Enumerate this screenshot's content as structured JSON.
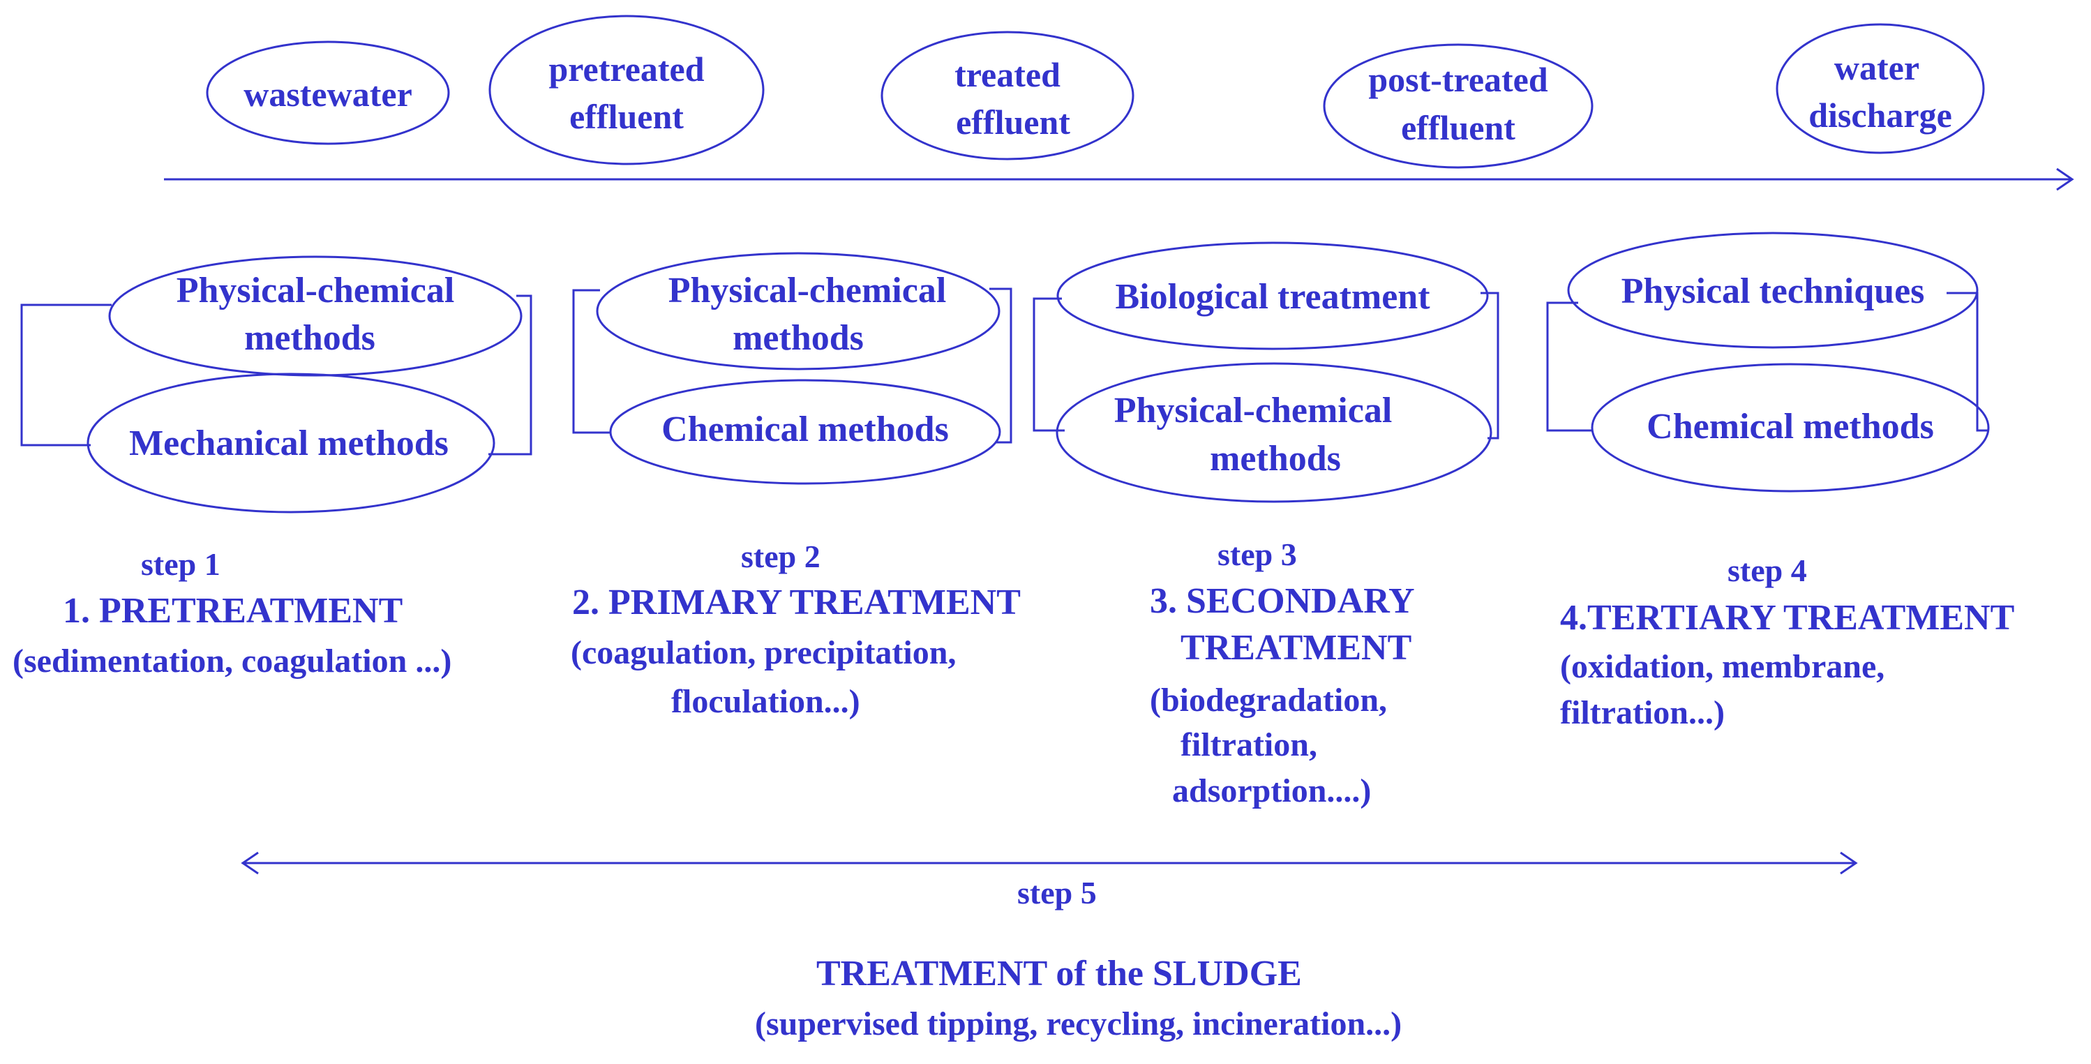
{
  "colors": {
    "ink": "#3333cc"
  },
  "flow": {
    "wastewater": "wastewater",
    "pretreated_1": "pretreated",
    "pretreated_2": "effluent",
    "treated_1": "treated",
    "treated_2": "effluent",
    "posttreated_1": "post-treated",
    "posttreated_2": "effluent",
    "discharge_1": "water",
    "discharge_2": "discharge"
  },
  "groups": {
    "g1": {
      "top_1": "Physical-chemical",
      "top_2": "methods",
      "bottom": "Mechanical methods"
    },
    "g2": {
      "top_1": "Physical-chemical",
      "top_2": "methods",
      "bottom": "Chemical methods"
    },
    "g3": {
      "top": "Biological treatment",
      "bottom_1": "Physical-chemical",
      "bottom_2": "methods"
    },
    "g4": {
      "top": "Physical techniques",
      "bottom": "Chemical methods"
    }
  },
  "steps": {
    "s1": {
      "step": "step 1",
      "title": "1. PRETREATMENT",
      "desc": "(sedimentation, coagulation ...)"
    },
    "s2": {
      "step": "step 2",
      "title": "2. PRIMARY TREATMENT",
      "desc_1": "(coagulation,  precipitation,",
      "desc_2": "floculation...)"
    },
    "s3": {
      "step": "step 3",
      "title_1": "3. SECONDARY",
      "title_2": "TREATMENT",
      "desc_1": "(biodegradation,",
      "desc_2": "filtration,",
      "desc_3": "adsorption....)"
    },
    "s4": {
      "step": "step 4",
      "title": "4.TERTIARY TREATMENT",
      "desc_1": "(oxidation, membrane,",
      "desc_2": "filtration...)"
    },
    "s5": {
      "step": "step 5",
      "title": "TREATMENT of the SLUDGE",
      "desc": "(supervised tipping, recycling, incineration...)"
    }
  }
}
